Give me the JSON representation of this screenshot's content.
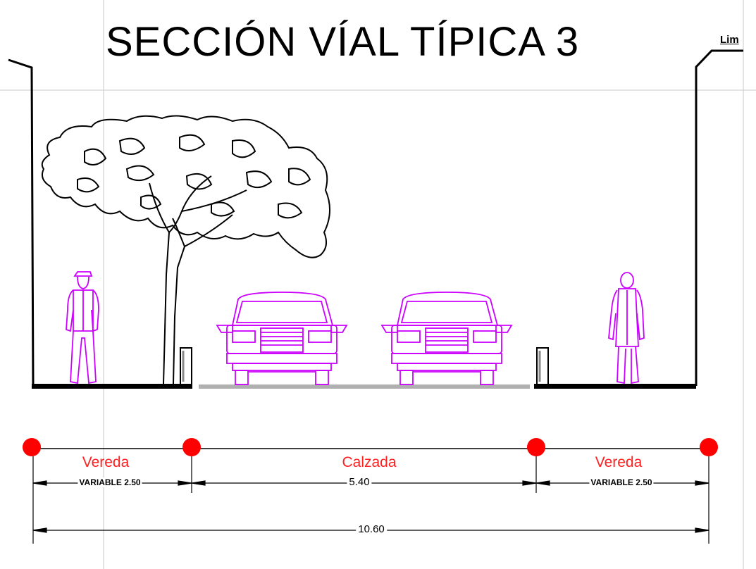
{
  "title": "SECCIÓN VÍAL TÍPICA 3",
  "corner_label": "Lim",
  "zones": [
    {
      "label": "Vereda",
      "dimension": "VARIABLE 2.50"
    },
    {
      "label": "Calzada",
      "dimension": "5.40"
    },
    {
      "label": "Vereda",
      "dimension": "VARIABLE 2.50"
    }
  ],
  "total_width": "10.60",
  "colors": {
    "linework": "#000000",
    "vehicles_people": "#cc00ff",
    "zone_labels": "#ff2020",
    "markers": "#ff0000",
    "road_surface": "#b0b0b0"
  },
  "icons": [
    "tree-icon",
    "pedestrian-man-icon",
    "car-front-icon",
    "car-front-icon",
    "pedestrian-woman-icon",
    "bollard-icon",
    "bollard-icon"
  ]
}
